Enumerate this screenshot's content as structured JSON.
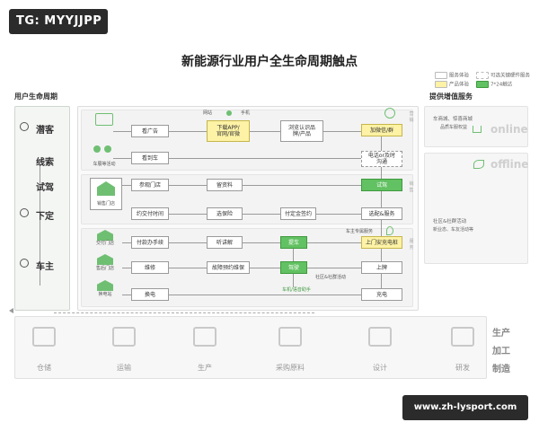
{
  "tag": "TG: MYYJJPP",
  "title": "新能源行业用户全生命周期触点",
  "legend": {
    "service": "服务体验",
    "optional": "可选关键硬件服务",
    "product": "产品体验",
    "online": "7*24触达"
  },
  "left_header": "用户生命周期",
  "right_header": "提供增值服务",
  "stages": [
    "潜客",
    "线索",
    "试驾",
    "下定",
    "车主"
  ],
  "channels": {
    "website": "网站",
    "phone": "手机",
    "event": "车展等活动",
    "store": "销售门店",
    "delivery": "交付门店",
    "aftersale": "售后门店",
    "swap": "换电站"
  },
  "bands": [
    "营销",
    "销售",
    "服务"
  ],
  "nodes": {
    "ad": "看广告",
    "app": "下载APP/\n官网/官微",
    "browse": "浏览认识品\n牌/产品",
    "wechat": "加微信/群",
    "see_car": "看到车",
    "phone_call": "电话or及时\n沟通",
    "visit": "参观门店",
    "leave_info": "留资料",
    "test_drive": "试驾",
    "delivery_time": "约交付时间",
    "choose_insurance": "选保险",
    "pay_deposit": "付定金签约",
    "choose_service": "选配&服务",
    "pay_procedure": "付款办手续",
    "explain": "听讲解",
    "pickup": "提车",
    "home_charger": "上门安充电桩",
    "maintain": "维修",
    "fault_repair": "故障预约维保",
    "drive": "驾驶",
    "plate": "上牌",
    "swap_battery": "换电",
    "charge": "充电",
    "owner_service": "车主专属服务",
    "community_small": "社区&社群活动",
    "car_mgmt": "车机/语音助手"
  },
  "right_services": {
    "mall": "车商城、惊喜商城",
    "mall_sub": "品质车服权益",
    "online": "online",
    "offline": "offline",
    "community": "社区&社群活动",
    "community_sub": "新业态、车友活动等"
  },
  "bottom": {
    "items": [
      "仓储",
      "运输",
      "生产",
      "采购原料",
      "设计",
      "研发"
    ],
    "production": [
      "生产",
      "加工",
      "制造"
    ]
  },
  "url": "www.zh-lysport.com"
}
